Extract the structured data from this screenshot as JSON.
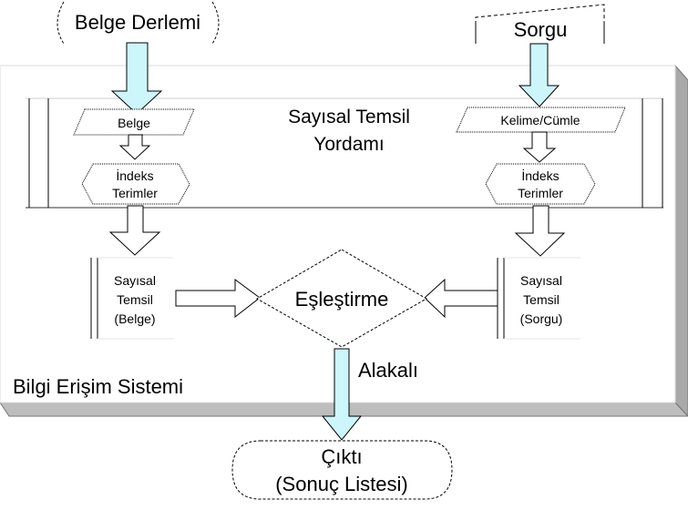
{
  "nodes": {
    "belge_derlemi": "Belge Derlemi",
    "sorgu": "Sorgu",
    "sayisal_temsil_yordami": [
      "Sayısal Temsil",
      "Yordamı"
    ],
    "belge": "Belge",
    "kelime_cumle": "Kelime/Cümle",
    "indeks_left": [
      "İndeks",
      "Terimler"
    ],
    "indeks_right": [
      "İndeks",
      "Terimler"
    ],
    "sayisal_belge": [
      "Sayısal",
      "Temsil",
      "(Belge)"
    ],
    "sayisal_sorgu": [
      "Sayısal",
      "Temsil",
      "(Sorgu)"
    ],
    "eslestirme": "Eşleştirme",
    "alakali": "Alakalı",
    "bilgi_erisim": "Bilgi Erişim Sistemi",
    "cikti": [
      "Çıktı",
      "(Sonuç Listesi)"
    ]
  },
  "colors": {
    "arrow_fill": "#ccf6fa",
    "panel_shadow": "#bdbdbd",
    "panel_edge": "#d0d0d0"
  }
}
